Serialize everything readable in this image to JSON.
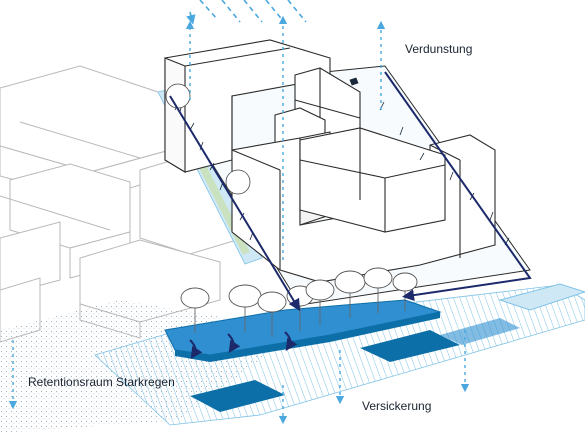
{
  "labels": {
    "evaporation": "Verdunstung",
    "retention": "Retentionsraum Starkregen",
    "infiltration": "Versickerung"
  },
  "colors": {
    "outline": "#2b2b2b",
    "ghost_outline": "#b9b9b9",
    "water_light": "#cfe8f6",
    "water_mid": "#2f8fd0",
    "water_dark": "#0d6fa8",
    "arrow_dark": "#1c2a6b",
    "arrow_light": "#4aa8de",
    "green_strip": "#c8e0a8"
  },
  "icons": {
    "rain": "rain-arrows-icon",
    "evaporation": "up-dashed-arrow-icon",
    "infiltration": "down-dashed-arrow-icon",
    "runoff": "runoff-arrow-icon"
  }
}
